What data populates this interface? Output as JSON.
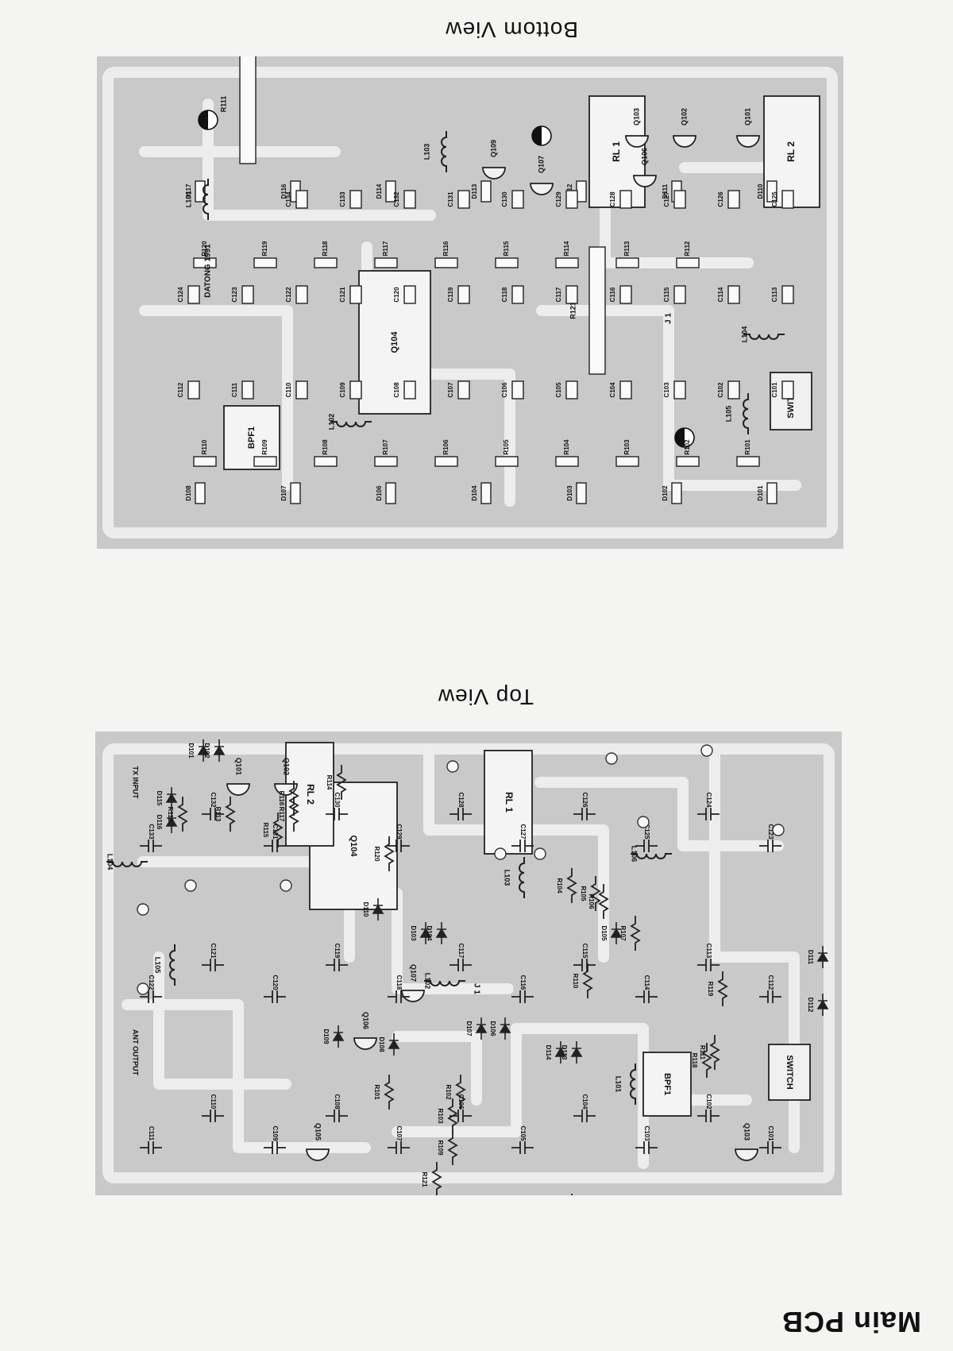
{
  "document_title": "Main PCB",
  "views": {
    "top_caption": "Top View",
    "bottom_caption": "Bottom View"
  },
  "top_view": {
    "switch": "SWITCH",
    "transistors": [
      "Q101",
      "Q102",
      "Q103",
      "Q104",
      "Q105",
      "Q106",
      "Q107"
    ],
    "diodes": [
      "D101",
      "D102",
      "D103",
      "D104",
      "D105",
      "D106",
      "D107",
      "D108",
      "D109",
      "D110",
      "D111",
      "D112",
      "D113",
      "D114",
      "D115",
      "D116"
    ],
    "resistors": [
      "R101",
      "R102",
      "R103",
      "R104",
      "R105",
      "R106",
      "R107",
      "R108",
      "R109",
      "R110",
      "R111",
      "R112",
      "R113",
      "R114",
      "R115",
      "R116",
      "R117",
      "R118",
      "R119",
      "R120",
      "R121"
    ],
    "capacitors": [
      "C101",
      "C102",
      "C103",
      "C104",
      "C105",
      "C106",
      "C107",
      "C108",
      "C109",
      "C110",
      "C111",
      "C112",
      "C113",
      "C114",
      "C115",
      "C116",
      "C117",
      "C118",
      "C119",
      "C120",
      "C121",
      "C122",
      "C123",
      "C124",
      "C125",
      "C126",
      "C127",
      "C128",
      "C129",
      "C130",
      "C131",
      "C132",
      "C133"
    ],
    "inductors": [
      "L101",
      "L102",
      "L103",
      "L104",
      "L105",
      "L106"
    ],
    "relays": [
      "RL 1",
      "RL 2"
    ],
    "filter": "BPF1",
    "jumper": "J 1",
    "tx_input": "TX INPUT",
    "ant_output": "ANT OUTPUT"
  },
  "bottom_view": {
    "switch": "SWITCH",
    "transistors": [
      "Q101",
      "Q102",
      "Q103",
      "Q104",
      "Q106",
      "Q107",
      "Q109"
    ],
    "diodes": [
      "D101",
      "D102",
      "D103",
      "D104",
      "D106",
      "D107",
      "D108",
      "D110",
      "D111",
      "D112",
      "D113",
      "D114",
      "D116",
      "D117"
    ],
    "resistors": [
      "R101",
      "R102",
      "R103",
      "R104",
      "R105",
      "R106",
      "R107",
      "R108",
      "R109",
      "R110",
      "R111",
      "R112",
      "R113",
      "R114",
      "R115",
      "R116",
      "R117",
      "R118",
      "R119",
      "R120",
      "R121"
    ],
    "capacitors": [
      "C101",
      "C102",
      "C103",
      "C104",
      "C105",
      "C106",
      "C107",
      "C108",
      "C109",
      "C110",
      "C111",
      "C112",
      "C113",
      "C114",
      "C115",
      "C116",
      "C117",
      "C118",
      "C119",
      "C120",
      "C121",
      "C122",
      "C123",
      "C124",
      "C125",
      "C126",
      "C127",
      "C128",
      "C129",
      "C130",
      "C131",
      "C132",
      "C133",
      "C134"
    ],
    "inductors": [
      "L101",
      "L102",
      "L103",
      "L104",
      "L105"
    ],
    "relays": [
      "RL 1",
      "RL 2"
    ],
    "filter": "BPF1",
    "jumper": "J 1",
    "board_text": "DATONG 1991"
  }
}
